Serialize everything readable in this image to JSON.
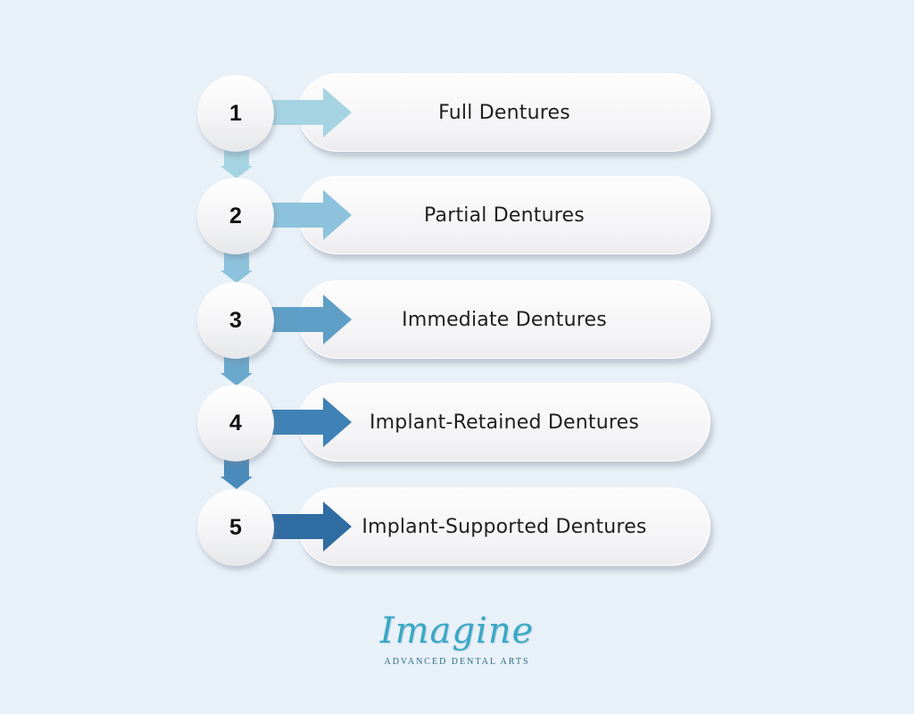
{
  "steps": [
    {
      "number": "1",
      "label": "Full Dentures",
      "color": "#a6d3e2"
    },
    {
      "number": "2",
      "label": "Partial Dentures",
      "color": "#8cc2dc"
    },
    {
      "number": "3",
      "label": "Immediate Dentures",
      "color": "#5f9fc7"
    },
    {
      "number": "4",
      "label": "Implant-Retained Dentures",
      "color": "#3f82b5"
    },
    {
      "number": "5",
      "label": "Implant-Supported Dentures",
      "color": "#2f6ca2"
    }
  ],
  "connector_colors": [
    "#a6d3e2",
    "#8cc2dc",
    "#6aa9cd",
    "#4a8bbb"
  ],
  "logo": {
    "script": "Imagine",
    "tagline": "ADVANCED DENTAL ARTS",
    "color": "#3aa8c4"
  }
}
